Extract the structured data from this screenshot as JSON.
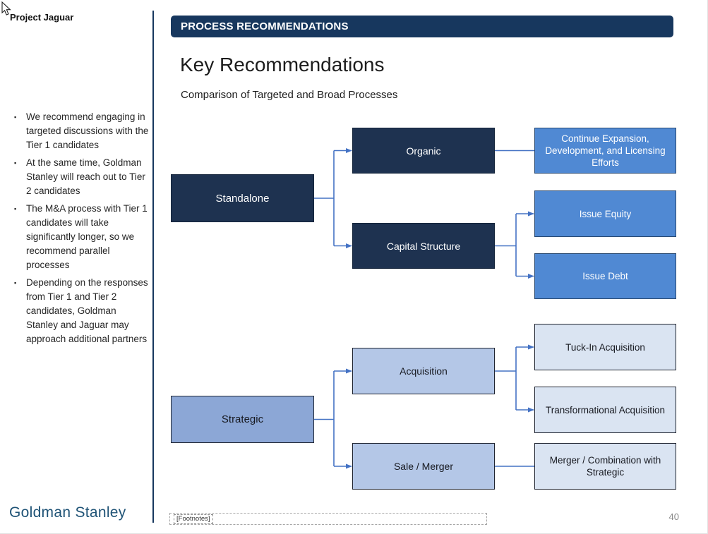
{
  "sidebar": {
    "project_title": "Project Jaguar",
    "bullets": [
      "We recommend engaging in targeted discussions with the Tier 1 candidates",
      "At the same time, Goldman Stanley will reach out to Tier 2 candidates",
      "The M&A process with Tier 1 candidates will take significantly longer, so we recommend parallel processes",
      "Depending on the responses from Tier 1 and Tier 2 candidates, Goldman Stanley and Jaguar may approach additional partners"
    ],
    "logo": "Goldman Stanley"
  },
  "header": {
    "banner": "PROCESS RECOMMENDATIONS",
    "title": "Key Recommendations",
    "subtitle": "Comparison of Targeted and Broad Processes"
  },
  "diagram": {
    "standalone": {
      "label": "Standalone"
    },
    "organic": {
      "label": "Organic"
    },
    "capital_structure": {
      "label": "Capital Structure"
    },
    "continue_expansion": {
      "label": "Continue Expansion, Development, and Licensing Efforts"
    },
    "issue_equity": {
      "label": "Issue Equity"
    },
    "issue_debt": {
      "label": "Issue Debt"
    },
    "strategic": {
      "label": "Strategic"
    },
    "acquisition": {
      "label": "Acquisition"
    },
    "sale_merger": {
      "label": "Sale / Merger"
    },
    "tuck_in": {
      "label": "Tuck-In Acquisition"
    },
    "transformational": {
      "label": "Transformational Acquisition"
    },
    "merger_combination": {
      "label": "Merger / Combination with Strategic"
    },
    "hierarchy": [
      {
        "root": "Standalone",
        "children": [
          {
            "label": "Organic",
            "children": [
              "Continue Expansion, Development, and Licensing Efforts"
            ]
          },
          {
            "label": "Capital Structure",
            "children": [
              "Issue Equity",
              "Issue Debt"
            ]
          }
        ]
      },
      {
        "root": "Strategic",
        "children": [
          {
            "label": "Acquisition",
            "children": [
              "Tuck-In Acquisition",
              "Transformational Acquisition"
            ]
          },
          {
            "label": "Sale / Merger",
            "children": [
              "Merger / Combination with Strategic"
            ]
          }
        ]
      }
    ]
  },
  "footer": {
    "footnotes_placeholder": "[Footnotes]",
    "page_number": "40"
  },
  "icons": {
    "cursor": "mouse-pointer-icon"
  },
  "colors": {
    "header_bar": "#17375E",
    "divider": "#17375E",
    "connector": "#4472C4",
    "navy_box_fill": "#1E3250",
    "mid_blue_fill": "#5089D3",
    "steel_blue_fill": "#8CA7D6",
    "light_blue_fill": "#B4C7E7",
    "lightest_blue_fill": "#DAE4F2",
    "logo_text": "#1F5376",
    "page_number_text": "#898989"
  }
}
